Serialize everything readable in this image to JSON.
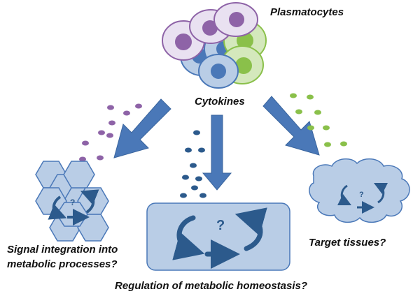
{
  "labels": {
    "plasmatocytes": "Plasmatocytes",
    "cytokines": "Cytokines",
    "signal_line1": "Signal integration into",
    "signal_line2": "metabolic processes?",
    "target": "Target tissues?",
    "regulation": "Regulation of metabolic homeostasis?"
  },
  "question_marks": {
    "hex": "?",
    "center": "?",
    "cloud": "?"
  },
  "colors": {
    "purple_cell": "#8e63a7",
    "purple_cell_fill": "#e9e1f1",
    "blue_cell": "#4a78b8",
    "blue_cell_fill": "#b9cde6",
    "green_cell": "#8ac04a",
    "green_cell_fill": "#d4e8bc",
    "arrow": "#4a78b8",
    "shape_fill": "#b9cde6",
    "dark_blue": "#2c5a8c"
  }
}
